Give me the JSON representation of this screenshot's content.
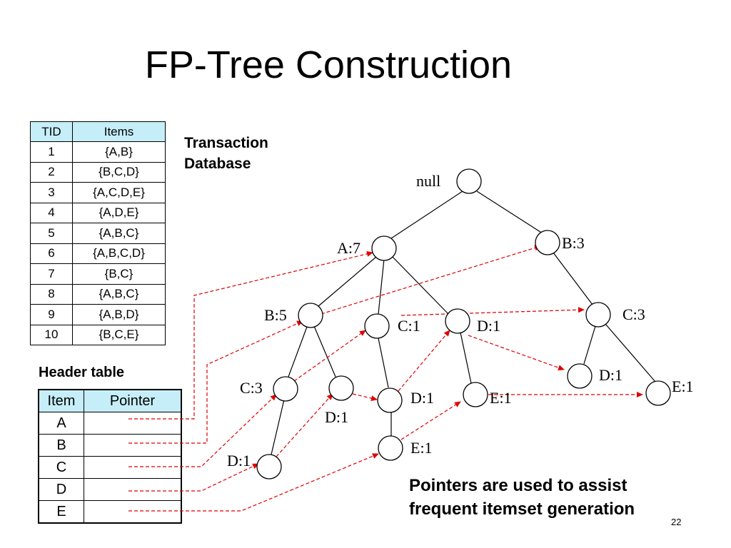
{
  "title": "FP-Tree Construction",
  "transaction_database": {
    "caption_line1": "Transaction",
    "caption_line2": "Database",
    "columns": [
      "TID",
      "Items"
    ],
    "rows": [
      [
        "1",
        "{A,B}"
      ],
      [
        "2",
        "{B,C,D}"
      ],
      [
        "3",
        "{A,C,D,E}"
      ],
      [
        "4",
        "{A,D,E}"
      ],
      [
        "5",
        "{A,B,C}"
      ],
      [
        "6",
        "{A,B,C,D}"
      ],
      [
        "7",
        "{B,C}"
      ],
      [
        "8",
        "{A,B,C}"
      ],
      [
        "9",
        "{A,B,D}"
      ],
      [
        "10",
        "{B,C,E}"
      ]
    ]
  },
  "header_table": {
    "caption": "Header table",
    "columns": [
      "Item",
      "Pointer"
    ],
    "items": [
      "A",
      "B",
      "C",
      "D",
      "E"
    ]
  },
  "tree": {
    "nodes": [
      {
        "id": "root",
        "label": "null"
      },
      {
        "id": "a7",
        "label": "A:7"
      },
      {
        "id": "b3",
        "label": "B:3"
      },
      {
        "id": "b5",
        "label": "B:5"
      },
      {
        "id": "c1_a",
        "label": "C:1"
      },
      {
        "id": "d1_a",
        "label": "D:1"
      },
      {
        "id": "c3_b",
        "label": "C:3"
      },
      {
        "id": "c3",
        "label": "C:3"
      },
      {
        "id": "d1_b5",
        "label": "D:1"
      },
      {
        "id": "d1_c1",
        "label": "D:1"
      },
      {
        "id": "e1_d1a",
        "label": "E:1"
      },
      {
        "id": "d1_c3b",
        "label": "D:1"
      },
      {
        "id": "e1_c3b",
        "label": "E:1"
      },
      {
        "id": "d1_c3",
        "label": "D:1"
      },
      {
        "id": "e1_d1c1",
        "label": "E:1"
      }
    ]
  },
  "pointer_note_line1": "Pointers are used to assist",
  "pointer_note_line2": "frequent itemset generation",
  "page_number": "22",
  "colors": {
    "header_fill": "#c6eef8",
    "pointer_color": "#e00000"
  }
}
